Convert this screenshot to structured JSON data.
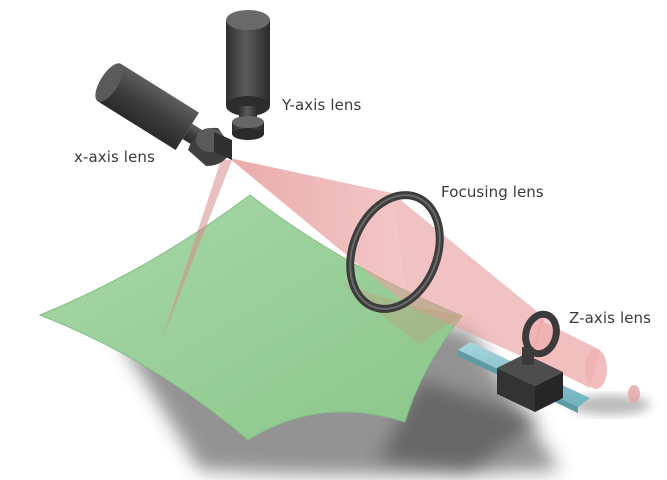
{
  "labels": {
    "y_axis_lens": "Y-axis lens",
    "x_axis_lens": "x-axis lens",
    "focusing_lens": "Focusing lens",
    "z_axis_lens": "Z-axis lens"
  },
  "colors": {
    "work_surface": "#9ccf9a",
    "laser_beam": "#e79c9c",
    "lens_housing": "#4a4a4a",
    "rail": "#86c2cc",
    "label_text": "#3a3a3a"
  },
  "icons": {
    "x_galvo": "motor-cylinder-icon",
    "y_galvo": "motor-cylinder-icon",
    "focusing_lens": "ring-lens-icon",
    "z_axis_lens": "lens-mount-icon"
  }
}
